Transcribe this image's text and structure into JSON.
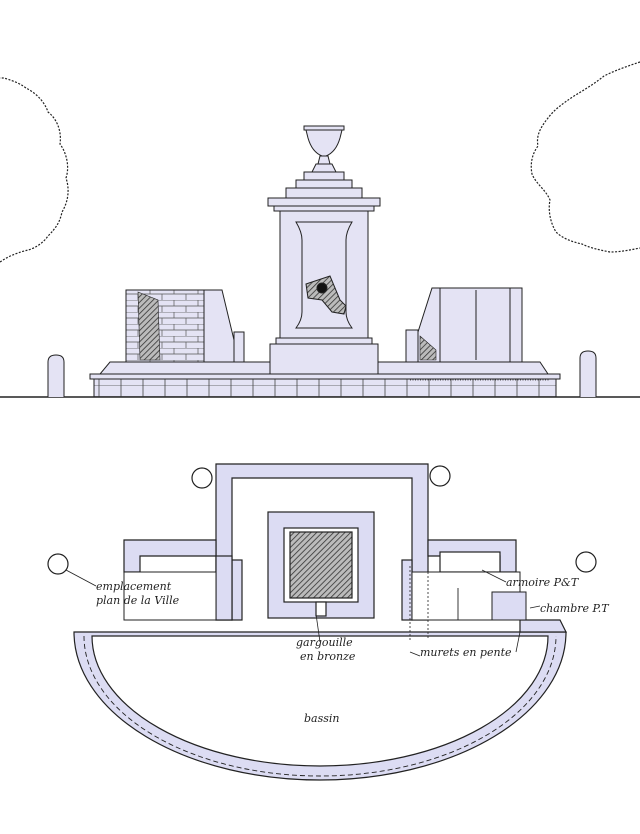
{
  "labels": {
    "emplacement_line1": "emplacement",
    "emplacement_line2": "plan de la Ville",
    "armoire": "armoire P&T",
    "chambre": "chambre P.T",
    "gargouille_line1": "gargouille",
    "gargouille_line2": "en bronze",
    "murets": "murets en pente",
    "bassin": "bassin"
  },
  "colors": {
    "ink": "#222222",
    "plan_fill": "#dcdcf3",
    "elevation_fill": "#e4e3f4",
    "hatch": "#333333"
  }
}
